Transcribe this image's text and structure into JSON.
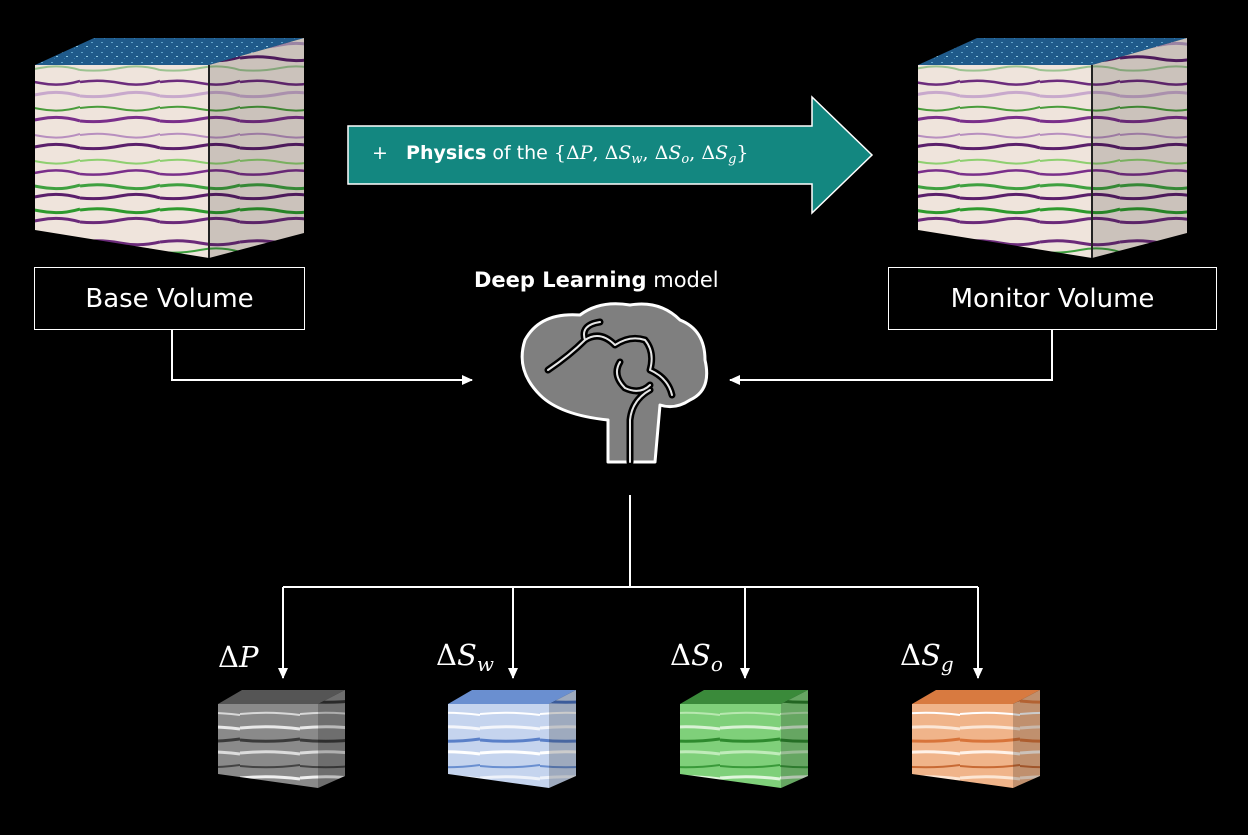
{
  "inputs": {
    "base_label": "Base Volume",
    "monitor_label": "Monitor Volume"
  },
  "physics_arrow": {
    "plus": "+",
    "bold_word": "Physics",
    "text_of": "of the",
    "set_open": "{",
    "set_close": "}",
    "delta": "Δ",
    "var_P": "P",
    "var_S": "S",
    "sub_w": "w",
    "sub_o": "o",
    "sub_g": "g",
    "comma": ","
  },
  "model": {
    "bold_word": "Deep Learning",
    "rest": "model"
  },
  "outputs": [
    {
      "delta": "Δ",
      "var": "P",
      "sub": ""
    },
    {
      "delta": "Δ",
      "var": "S",
      "sub": "w"
    },
    {
      "delta": "Δ",
      "var": "S",
      "sub": "o"
    },
    {
      "delta": "Δ",
      "var": "S",
      "sub": "g"
    }
  ],
  "colors": {
    "background": "#000000",
    "arrow_fill": "#138780",
    "arrow_stroke": "#ffffff",
    "brain": "#7f7f7f",
    "seismic_top": "#1f5a8a",
    "out_gray": "#9a9a9a",
    "out_blue": "#7f9fd6",
    "out_green": "#5fc060",
    "out_orange": "#e0905a"
  },
  "icons": {
    "brain": "brain-icon",
    "big_arrow": "right-arrow-icon"
  }
}
